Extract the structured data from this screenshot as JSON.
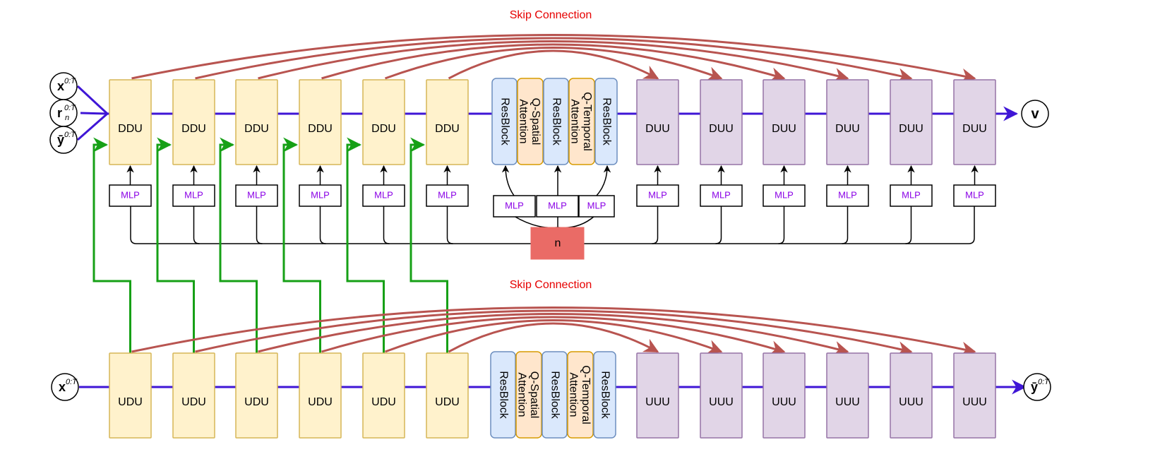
{
  "top": {
    "skip_label": "Skip Connection",
    "inputs": [
      {
        "base": "x",
        "sup": "0:T",
        "sub": ""
      },
      {
        "base": "r",
        "sup": "0:T",
        "sub": "n"
      },
      {
        "base": "ȳ",
        "sup": "0:T",
        "sub": ""
      }
    ],
    "down_blocks": [
      "DDU",
      "DDU",
      "DDU",
      "DDU",
      "DDU",
      "DDU"
    ],
    "up_blocks": [
      "DUU",
      "DUU",
      "DUU",
      "DUU",
      "DUU",
      "DUU"
    ],
    "mid_blocks": [
      "ResBlock",
      "Q-Spatial Attention",
      "ResBlock",
      "Q-Temporal Attention",
      "ResBlock"
    ],
    "mlp_label": "MLP",
    "noise_label": "n",
    "output": {
      "base": "v",
      "sup": ""
    }
  },
  "bottom": {
    "skip_label": "Skip Connection",
    "input": {
      "base": "x",
      "sup": "0:T"
    },
    "down_blocks": [
      "UDU",
      "UDU",
      "UDU",
      "UDU",
      "UDU",
      "UDU"
    ],
    "up_blocks": [
      "UUU",
      "UUU",
      "UUU",
      "UUU",
      "UUU",
      "UUU"
    ],
    "mid_blocks": [
      "ResBlock",
      "Q-Spatial Attention",
      "ResBlock",
      "Q-Temporal Attention",
      "ResBlock"
    ],
    "output": {
      "base": "ȳ",
      "sup": "0:T"
    }
  },
  "colors": {
    "yellow_fill": "#fff2cc",
    "yellow_stroke": "#d6b656",
    "purple_fill": "#e1d5e7",
    "purple_stroke": "#9673a6",
    "blue_fill": "#dae8fc",
    "blue_stroke": "#6c8ebf",
    "orange_fill": "#ffe6cc",
    "orange_stroke": "#d79b00",
    "flow_line": "#3f16d6",
    "skip_line": "#b85450",
    "green_line": "#16a016",
    "noise_fill": "#ea6b66",
    "mlp_text": "#8a00e6",
    "skip_text": "#e60000"
  }
}
